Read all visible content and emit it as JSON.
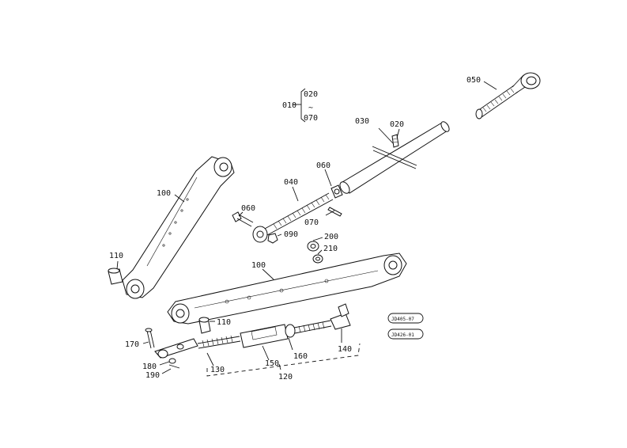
{
  "diagram": {
    "parts": {
      "p010": "010",
      "p020a": "020",
      "p070a": "070",
      "p050": "050",
      "p030": "030",
      "p020b": "020",
      "p060a": "060",
      "p040": "040",
      "p070b": "070",
      "p060b": "060",
      "p090": "090",
      "p200": "200",
      "p210": "210",
      "p100a": "100",
      "p110a": "110",
      "p100b": "100",
      "p110b": "110",
      "p170": "170",
      "p180": "180",
      "p190": "190",
      "p130": "130",
      "p150": "150",
      "p160": "160",
      "p140": "140",
      "p120": "120"
    },
    "range_mark": "~",
    "stamps": {
      "top": "JD405-07",
      "bottom": "JD426-01"
    }
  }
}
